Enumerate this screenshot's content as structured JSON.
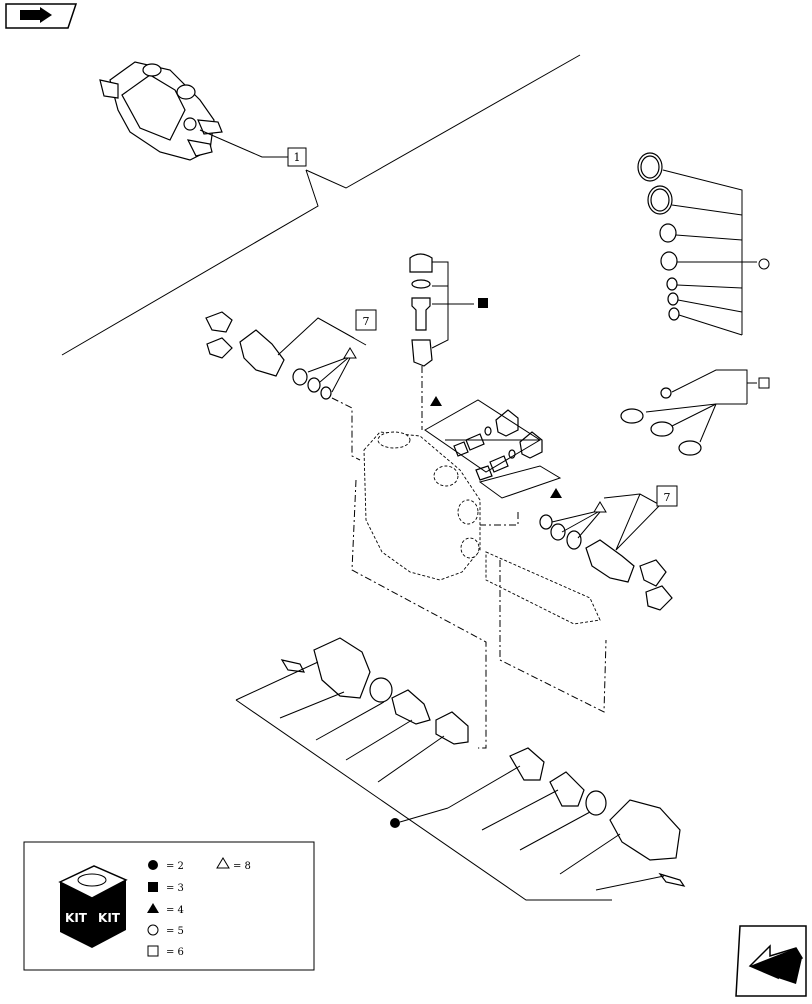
{
  "callouts": {
    "main_valve": "1",
    "kit_left": "7",
    "kit_right": "7"
  },
  "legend": {
    "kit_label_a": "KIT",
    "kit_label_b": "KIT",
    "items": [
      {
        "symbol": "filled-circle",
        "text": "= 2"
      },
      {
        "symbol": "filled-square",
        "text": "= 3"
      },
      {
        "symbol": "filled-triangle",
        "text": "= 4"
      },
      {
        "symbol": "open-circle",
        "text": "= 5"
      },
      {
        "symbol": "open-square",
        "text": "= 6"
      },
      {
        "symbol": "open-triangle",
        "text": "= 8"
      }
    ]
  },
  "icons": {
    "top_left": "back-arrow-icon",
    "bottom_right": "next-page-arrow-icon"
  }
}
